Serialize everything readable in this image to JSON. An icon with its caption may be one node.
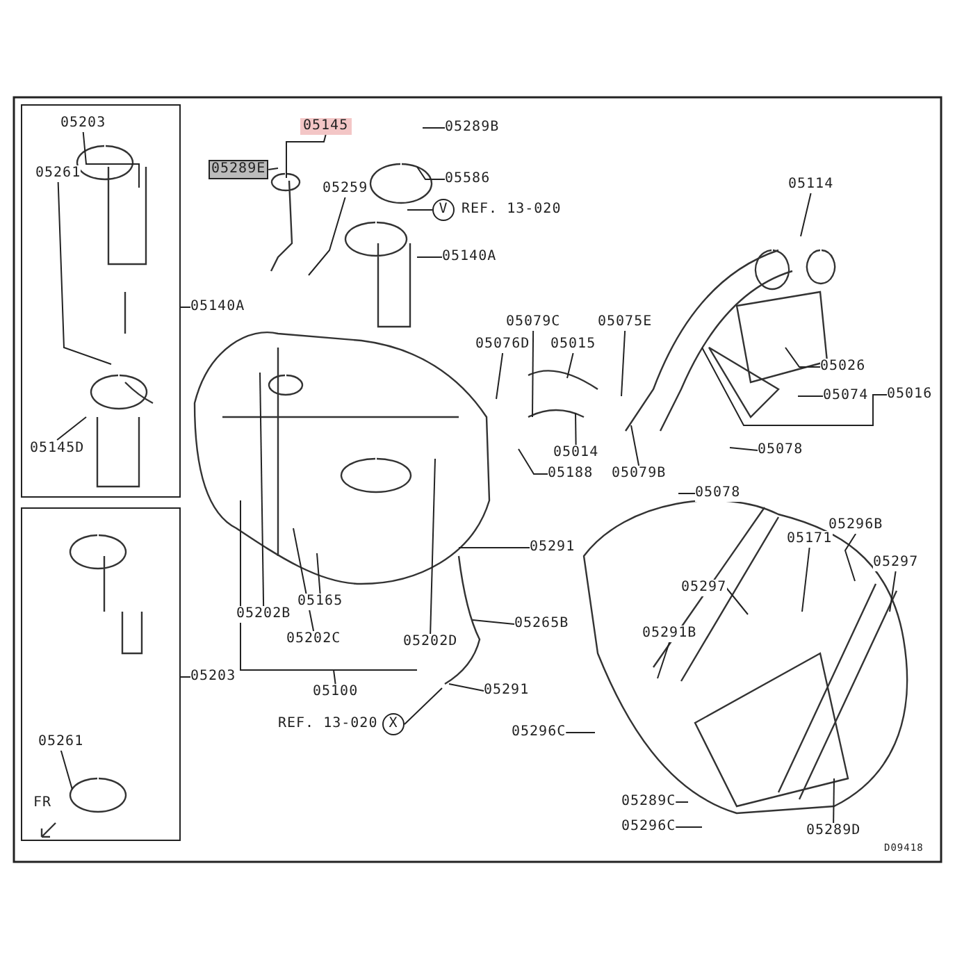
{
  "diagram": {
    "nodes": [
      {
        "text": [],
        "shape": "box"
      },
      {
        "text": [],
        "shape": "box"
      },
      {
        "text": [
          "05203"
        ],
        "in": 0
      },
      {
        "text": [
          "05261"
        ],
        "in": 0
      },
      {
        "text": [
          "05145D"
        ],
        "in": 0
      },
      {
        "text": [
          "05140A"
        ]
      },
      {
        "text": [
          "05145"
        ]
      },
      {
        "text": [
          "05289E"
        ]
      },
      {
        "text": [
          "05259"
        ]
      },
      {
        "text": [
          "05289B"
        ]
      },
      {
        "text": [
          "05586"
        ]
      },
      {
        "text": [
          "V"
        ]
      },
      {
        "text": [
          "05140A"
        ]
      },
      {
        "text": [
          "05114"
        ]
      },
      {
        "text": [
          "05079C"
        ]
      },
      {
        "text": [
          "05075E"
        ]
      },
      {
        "text": [
          "05076D"
        ]
      },
      {
        "text": [
          "05015"
        ]
      },
      {
        "text": [
          "05026"
        ]
      },
      {
        "text": [
          "05074"
        ]
      },
      {
        "text": [
          "05016"
        ]
      },
      {
        "text": [
          "05014"
        ]
      },
      {
        "text": [
          "05078"
        ]
      },
      {
        "text": [
          "05188"
        ]
      },
      {
        "text": [
          "05079B"
        ]
      },
      {
        "text": [
          "05078"
        ]
      },
      {
        "text": [
          "05171"
        ]
      },
      {
        "text": [
          "05296B"
        ]
      },
      {
        "text": [
          "05291"
        ]
      },
      {
        "text": [
          "05297"
        ]
      },
      {
        "text": [
          "05297"
        ]
      },
      {
        "text": [
          "05165"
        ]
      },
      {
        "text": [
          "05202B"
        ]
      },
      {
        "text": [
          "05265B"
        ]
      },
      {
        "text": [
          "05291B"
        ]
      },
      {
        "text": [
          "05202C"
        ]
      },
      {
        "text": [
          "05202D"
        ]
      },
      {
        "text": [
          "05203"
        ]
      },
      {
        "text": [
          "05100"
        ]
      },
      {
        "text": [
          "05291"
        ]
      },
      {
        "text": [
          "X"
        ]
      },
      {
        "text": [
          "05296C"
        ]
      },
      {
        "text": [
          "05261"
        ],
        "in": 1
      },
      {
        "text": [
          "05289C"
        ]
      },
      {
        "text": [
          "05296C"
        ]
      },
      {
        "text": [
          "05289D"
        ]
      }
    ],
    "edges": [
      {
        "from": 2,
        "to": null,
        "arrow": "none"
      },
      {
        "from": 3,
        "to": null,
        "arrow": "none"
      },
      {
        "from": 4,
        "to": null,
        "arrow": "none"
      },
      {
        "from": 5,
        "to": 0,
        "arrow": "none"
      },
      {
        "from": 6,
        "to": null,
        "arrow": "none"
      },
      {
        "from": 7,
        "to": null,
        "arrow": "none"
      },
      {
        "from": 8,
        "to": null,
        "arrow": "none"
      },
      {
        "from": 9,
        "to": null,
        "arrow": "none"
      },
      {
        "from": 10,
        "to": null,
        "arrow": "none"
      },
      {
        "from": 11,
        "to": null,
        "arrow": "none"
      },
      {
        "from": 12,
        "to": null,
        "arrow": "none"
      },
      {
        "from": 13,
        "to": null,
        "arrow": "none"
      },
      {
        "from": 14,
        "to": null,
        "arrow": "none"
      },
      {
        "from": 15,
        "to": null,
        "arrow": "none"
      },
      {
        "from": 16,
        "to": null,
        "arrow": "none"
      },
      {
        "from": 17,
        "to": null,
        "arrow": "none"
      },
      {
        "from": 18,
        "to": null,
        "arrow": "none"
      },
      {
        "from": 19,
        "to": null,
        "arrow": "none"
      },
      {
        "from": 20,
        "to": null,
        "arrow": "none"
      },
      {
        "from": 21,
        "to": null,
        "arrow": "none"
      },
      {
        "from": 22,
        "to": null,
        "arrow": "none"
      },
      {
        "from": 23,
        "to": null,
        "arrow": "none"
      },
      {
        "from": 24,
        "to": null,
        "arrow": "none"
      },
      {
        "from": 25,
        "to": null,
        "arrow": "none"
      },
      {
        "from": 26,
        "to": null,
        "arrow": "none"
      },
      {
        "from": 27,
        "to": null,
        "arrow": "none"
      },
      {
        "from": 28,
        "to": null,
        "arrow": "none"
      },
      {
        "from": 29,
        "to": null,
        "arrow": "none"
      },
      {
        "from": 30,
        "to": null,
        "arrow": "none"
      },
      {
        "from": 31,
        "to": null,
        "arrow": "none"
      },
      {
        "from": 32,
        "to": null,
        "arrow": "none"
      },
      {
        "from": 33,
        "to": null,
        "arrow": "none"
      },
      {
        "from": 34,
        "to": null,
        "arrow": "none"
      },
      {
        "from": 35,
        "to": null,
        "arrow": "none"
      },
      {
        "from": 36,
        "to": null,
        "arrow": "none"
      },
      {
        "from": 37,
        "to": 1,
        "arrow": "none"
      },
      {
        "from": 38,
        "to": null,
        "arrow": "none"
      },
      {
        "from": 39,
        "to": null,
        "arrow": "none"
      },
      {
        "from": 40,
        "to": null,
        "arrow": "none"
      },
      {
        "from": 41,
        "to": null,
        "arrow": "none"
      },
      {
        "from": 42,
        "to": null,
        "arrow": "none"
      },
      {
        "from": 43,
        "to": null,
        "arrow": "none"
      },
      {
        "from": 44,
        "to": null,
        "arrow": "none"
      },
      {
        "from": 45,
        "to": null,
        "arrow": "none"
      }
    ],
    "labels": [
      "REF. 13-020",
      "REF. 13-020",
      "FR",
      "D09418"
    ]
  }
}
